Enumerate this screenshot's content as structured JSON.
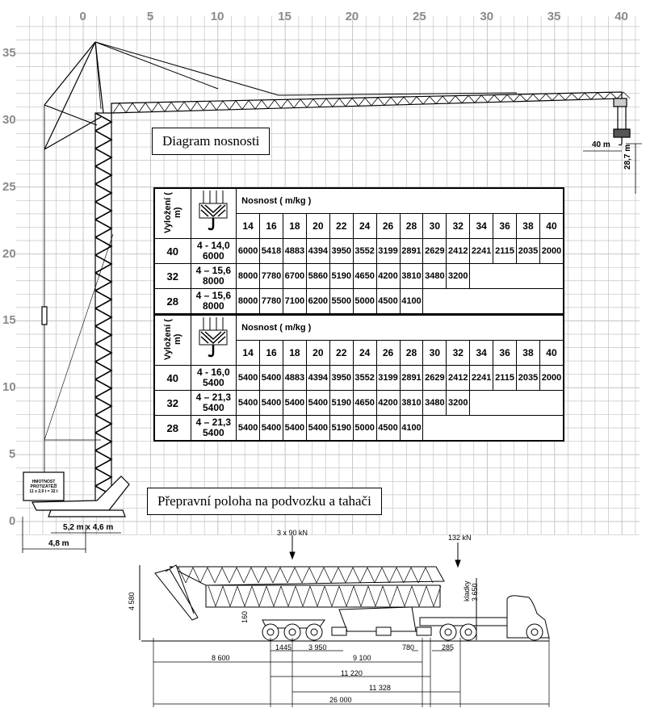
{
  "axes": {
    "x_ticks": [
      "0",
      "5",
      "10",
      "15",
      "20",
      "25",
      "30",
      "35",
      "40"
    ],
    "y_ticks": [
      "0",
      "5",
      "10",
      "15",
      "20",
      "25",
      "30",
      "35"
    ]
  },
  "titles": {
    "diagram": "Diagram nosnosti",
    "transport": "Přepravní poloha na podvozku a tahači"
  },
  "crane_labels": {
    "counterweight": [
      "HMOTNOST",
      "PROTIZÁTĚŽÍ",
      "11 x 2,9 t = 32 t"
    ],
    "base": "5,2 m x 4,6 m",
    "tail": "4,8 m",
    "reach": "40 m",
    "height": "28,7 m"
  },
  "tables": [
    {
      "radius_header": "Vyložení ( m)",
      "capacity_header": "Nosnost ( m/kg )",
      "distances": [
        "14",
        "16",
        "18",
        "20",
        "22",
        "24",
        "26",
        "28",
        "30",
        "32",
        "34",
        "36",
        "38",
        "40"
      ],
      "rows": [
        {
          "radius": "40",
          "range": "4 - 14,0",
          "max": "6000",
          "values": [
            "6000",
            "5418",
            "4883",
            "4394",
            "3950",
            "3552",
            "3199",
            "2891",
            "2629",
            "2412",
            "2241",
            "2115",
            "2035",
            "2000"
          ]
        },
        {
          "radius": "32",
          "range": "4 – 15,6",
          "max": "8000",
          "values": [
            "8000",
            "7780",
            "6700",
            "5860",
            "5190",
            "4650",
            "4200",
            "3810",
            "3480",
            "3200"
          ]
        },
        {
          "radius": "28",
          "range": "4 – 15,6",
          "max": "8000",
          "values": [
            "8000",
            "7780",
            "7100",
            "6200",
            "5500",
            "5000",
            "4500",
            "4100"
          ]
        }
      ]
    },
    {
      "radius_header": "Vyložení ( m)",
      "capacity_header": "Nosnost ( m/kg )",
      "distances": [
        "14",
        "16",
        "18",
        "20",
        "22",
        "24",
        "26",
        "28",
        "30",
        "32",
        "34",
        "36",
        "38",
        "40"
      ],
      "rows": [
        {
          "radius": "40",
          "range": "4 - 16,0",
          "max": "5400",
          "values": [
            "5400",
            "5400",
            "4883",
            "4394",
            "3950",
            "3552",
            "3199",
            "2891",
            "2629",
            "2412",
            "2241",
            "2115",
            "2035",
            "2000"
          ]
        },
        {
          "radius": "32",
          "range": "4 – 21,3",
          "max": "5400",
          "values": [
            "5400",
            "5400",
            "5400",
            "5400",
            "5190",
            "4650",
            "4200",
            "3810",
            "3480",
            "3200"
          ]
        },
        {
          "radius": "28",
          "range": "4 – 21,3",
          "max": "5400",
          "values": [
            "5400",
            "5400",
            "5400",
            "5400",
            "5190",
            "5000",
            "4500",
            "4100"
          ]
        }
      ]
    }
  ],
  "transport": {
    "load_front": "3 x 90 kN",
    "load_rear": "132 kN",
    "height": "4 580",
    "kladky": "kladky",
    "kladky_h": "3 650",
    "clearance": "160",
    "dims": {
      "d1445": "1445",
      "d3950": "3 950",
      "d780": "780",
      "d285": "285",
      "d8600": "8 600",
      "d9100": "9 100",
      "d11220": "11 220",
      "d11328": "11 328",
      "d26000": "26 000"
    }
  }
}
